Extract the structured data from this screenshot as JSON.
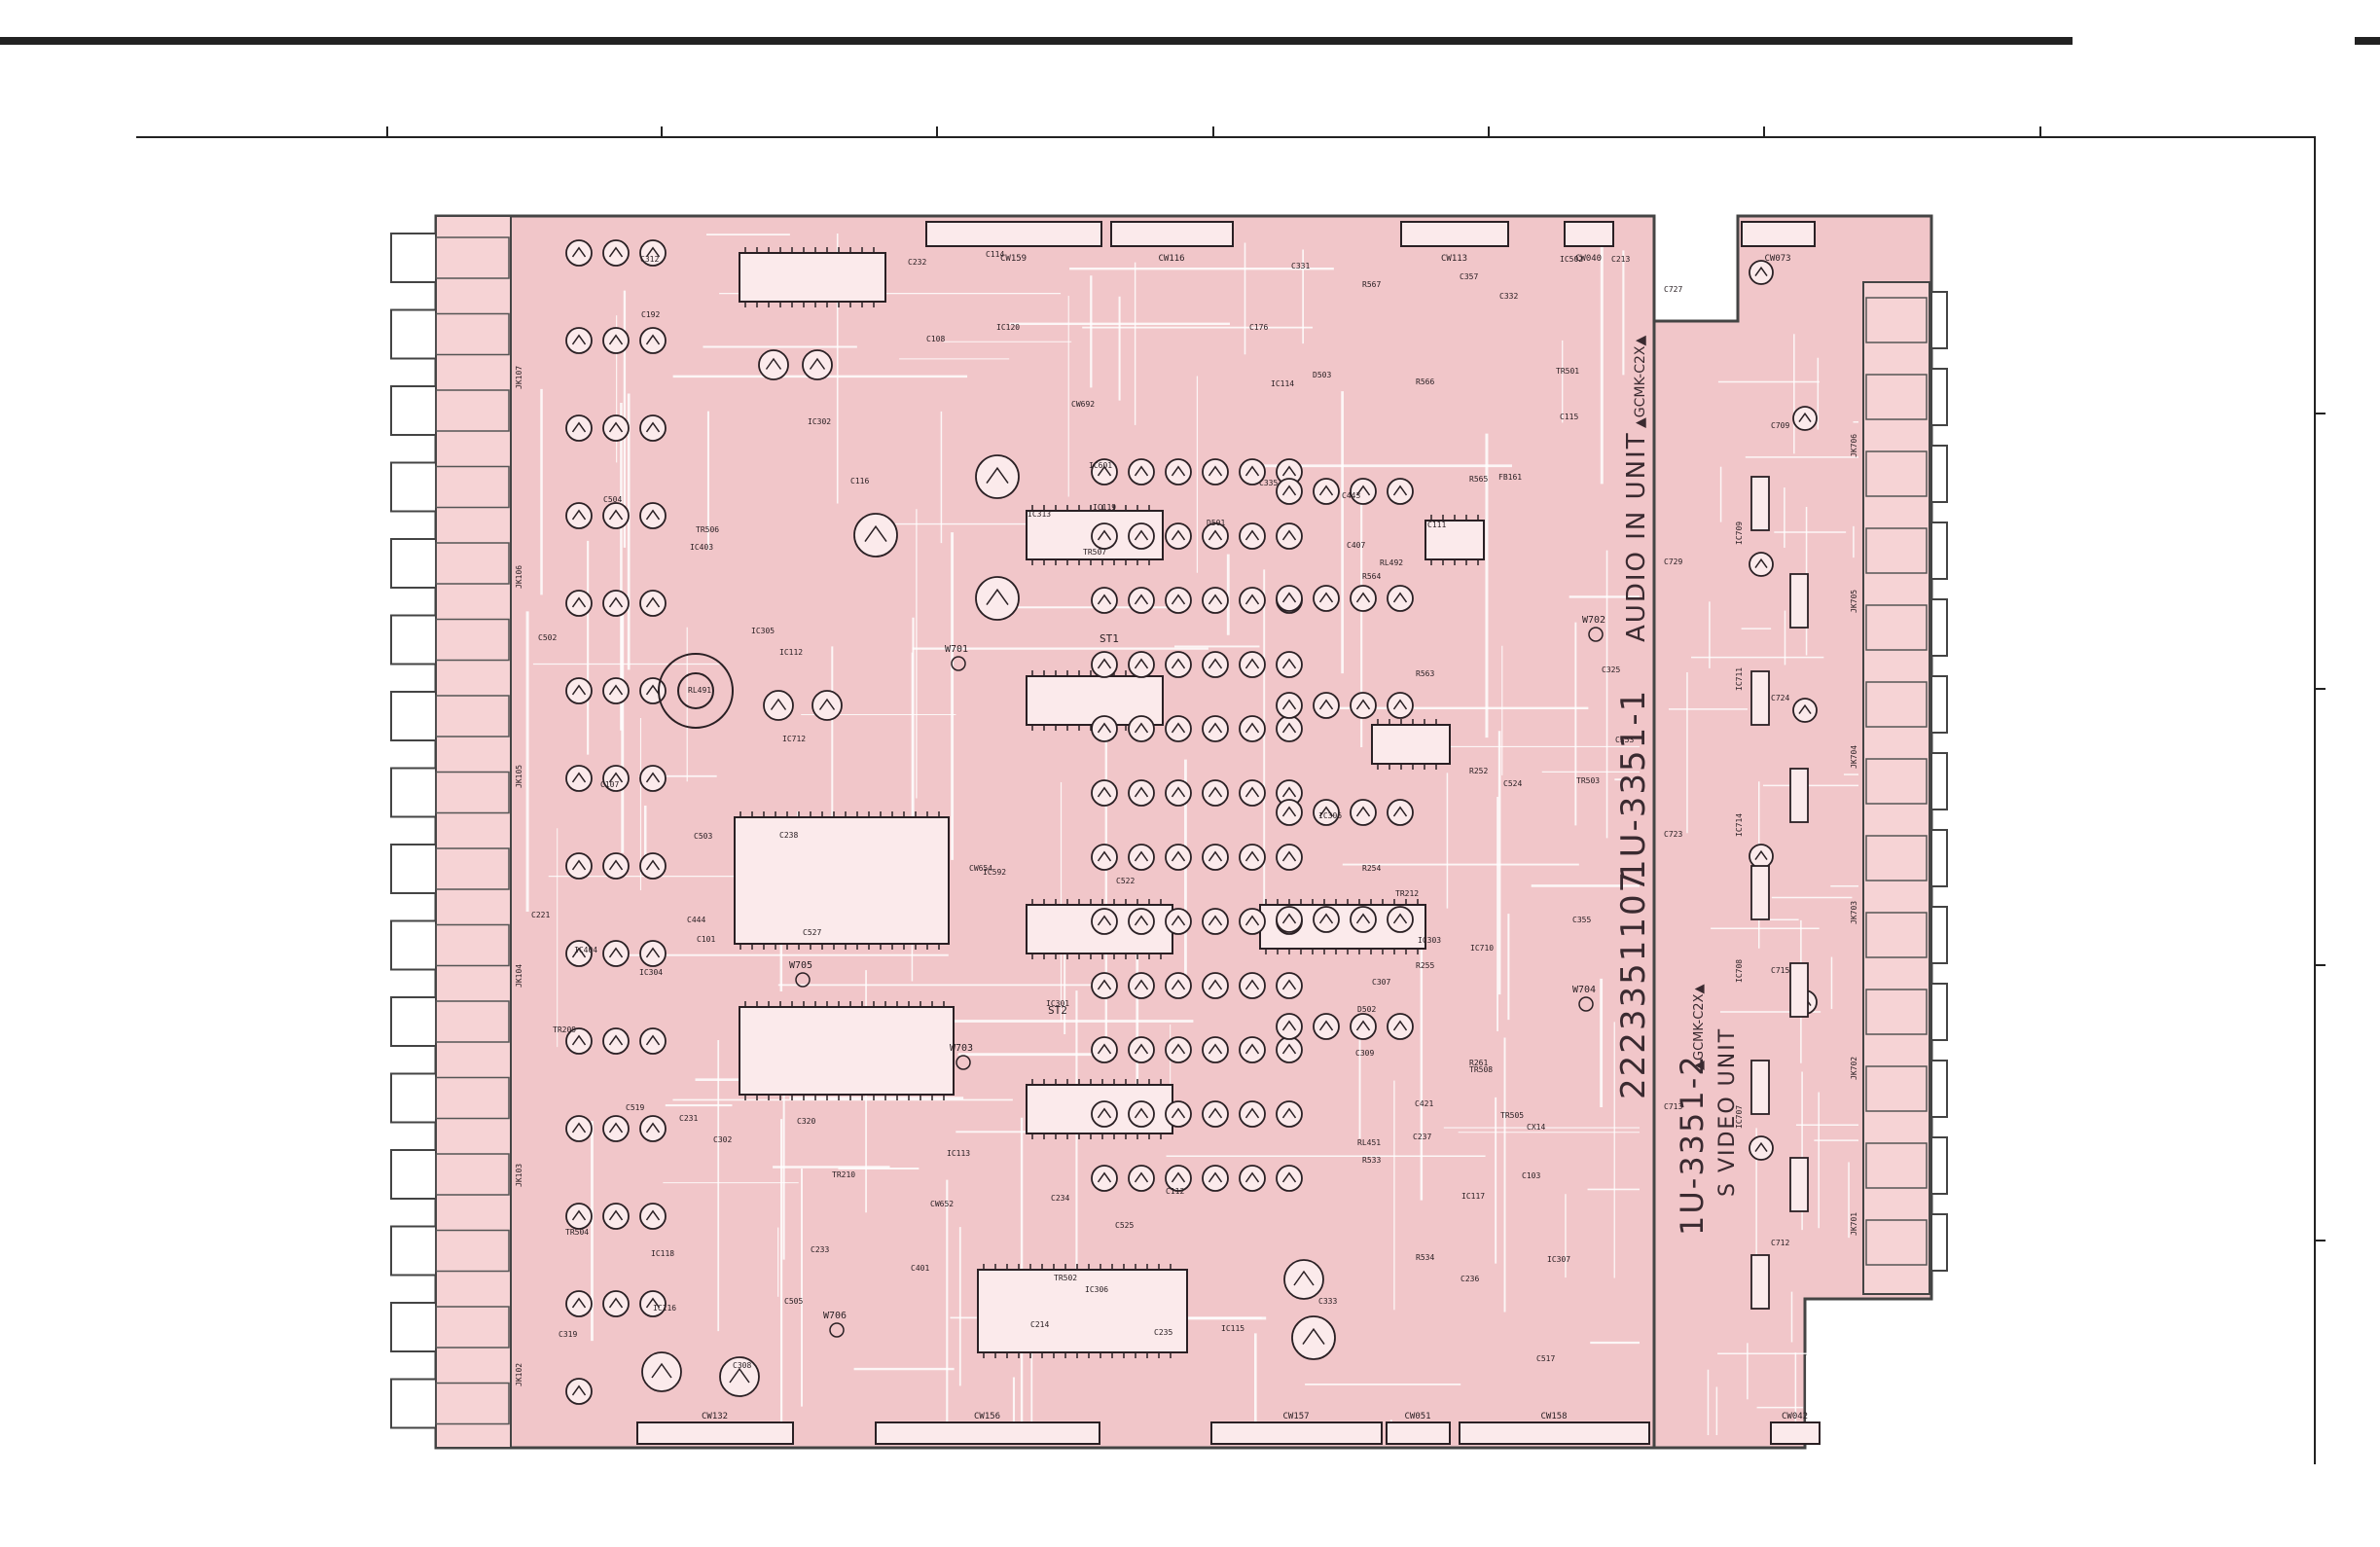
{
  "colors": {
    "board": "#f1c6c9",
    "board_edge": "#444444",
    "trace": "#ffffff",
    "ink": "#2a2024",
    "frame": "#222222"
  },
  "board_main": {
    "part_no": "2223351107",
    "board_id": "1U-3351-1",
    "unit_name": "AUDIO IN UNIT",
    "maker_mark": "▲GCMK-C2X▲"
  },
  "board_sub": {
    "board_id": "1U-3351-2",
    "unit_name": "S VIDEO UNIT",
    "maker_mark": "▲GCMK-C2X▲"
  },
  "connectors_top": [
    "CW159",
    "CW116",
    "CW113",
    "CW040",
    "CW073"
  ],
  "connectors_bottom": [
    "CW132",
    "CW156",
    "CW157",
    "CW051",
    "CW158",
    "CW042"
  ],
  "wire_points": [
    "W701",
    "W702",
    "W703",
    "W704",
    "W705",
    "W706"
  ],
  "test_points": [
    "ST1",
    "ST2"
  ],
  "ic_labels": [
    "IC119",
    "IC118",
    "IC112",
    "IC305",
    "IC306",
    "IC502",
    "IC592",
    "IC302",
    "IC301",
    "IC601",
    "IC115",
    "IC304",
    "IC303",
    "IC404",
    "IC403",
    "IC114",
    "IC306",
    "IC307",
    "IC120",
    "IC116",
    "IC117",
    "IC113",
    "IC313",
    "IC712",
    "IC710",
    "IC709",
    "IC711",
    "IC714",
    "IC708",
    "IC707"
  ],
  "cap_labels": [
    "C231",
    "C232",
    "C233",
    "C234",
    "C235",
    "C236",
    "C237",
    "C238",
    "C213",
    "C214",
    "C176",
    "C221",
    "C307",
    "C308",
    "C505",
    "C504",
    "C503",
    "C502",
    "C331",
    "C332",
    "C335",
    "C325",
    "C333",
    "C525",
    "C527",
    "C353",
    "C355",
    "C357",
    "C319",
    "C320",
    "C312",
    "C302",
    "C309",
    "C401",
    "C407",
    "C421",
    "C517",
    "C519",
    "C443",
    "C444",
    "C522",
    "C524",
    "C108",
    "C114",
    "C112",
    "C103",
    "C107",
    "C101",
    "C192",
    "C111",
    "C115",
    "C116",
    "C727",
    "C709",
    "C729",
    "C724",
    "C723",
    "C715",
    "C713",
    "C712"
  ],
  "res_labels": [
    "R567",
    "R566",
    "R565",
    "R564",
    "R563",
    "R252",
    "R254",
    "R255",
    "R261",
    "R533",
    "R534"
  ],
  "jack_labels": [
    "JK107",
    "JK106",
    "JK105",
    "JK104",
    "JK103",
    "JK102",
    "JK701",
    "JK702",
    "JK703",
    "JK704",
    "JK705",
    "JK706"
  ],
  "misc_labels": [
    "TR209",
    "TR210",
    "TR212",
    "TR501",
    "TR502",
    "TR503",
    "TR504",
    "TR505",
    "TR506",
    "TR507",
    "TR508",
    "D501",
    "D502",
    "D503",
    "RL451",
    "RL491",
    "RL492",
    "FB161",
    "CX14",
    "CW654",
    "CW652",
    "CW692"
  ]
}
